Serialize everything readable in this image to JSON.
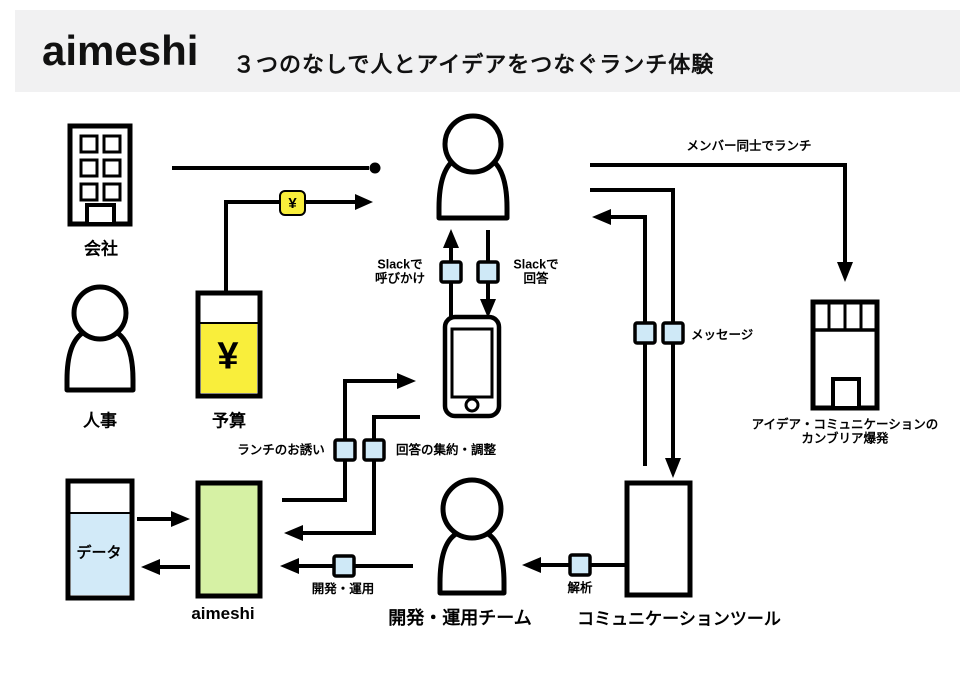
{
  "header": {
    "brand": "aimeshi",
    "tagline": "３つのなしで人とアイデアをつなぐランチ体験"
  },
  "nodes": {
    "company": {
      "label": "会社"
    },
    "hr": {
      "label": "人事"
    },
    "budget": {
      "label": "予算",
      "symbol": "¥"
    },
    "data_store": {
      "label": "データ"
    },
    "aimeshi_service": {
      "label": "aimeshi"
    },
    "dev_team": {
      "label": "開発・運用チーム"
    },
    "comm_tool": {
      "label": "コミュニケーションツール"
    },
    "cambrian": {
      "label_line1": "アイデア・コミュニケーションの",
      "label_line2": "カンブリア爆発"
    }
  },
  "edges": {
    "yen_badge": "¥",
    "slack_call": {
      "line1": "Slackで",
      "line2": "呼びかけ"
    },
    "slack_reply": {
      "line1": "Slackで",
      "line2": "回答"
    },
    "members_lunch": "メンバー同士でランチ",
    "message": "メッセージ",
    "lunch_invite": "ランチのお誘い",
    "answer_aggregation": "回答の集約・調整",
    "dev_ops": "開発・運用",
    "analysis": "解析"
  },
  "colors": {
    "header_bg": "#f1f1f2",
    "accent_yellow": "#f9ee3b",
    "accent_green": "#d6f1a4",
    "accent_blue": "#cfe9f7",
    "line": "#000000"
  }
}
